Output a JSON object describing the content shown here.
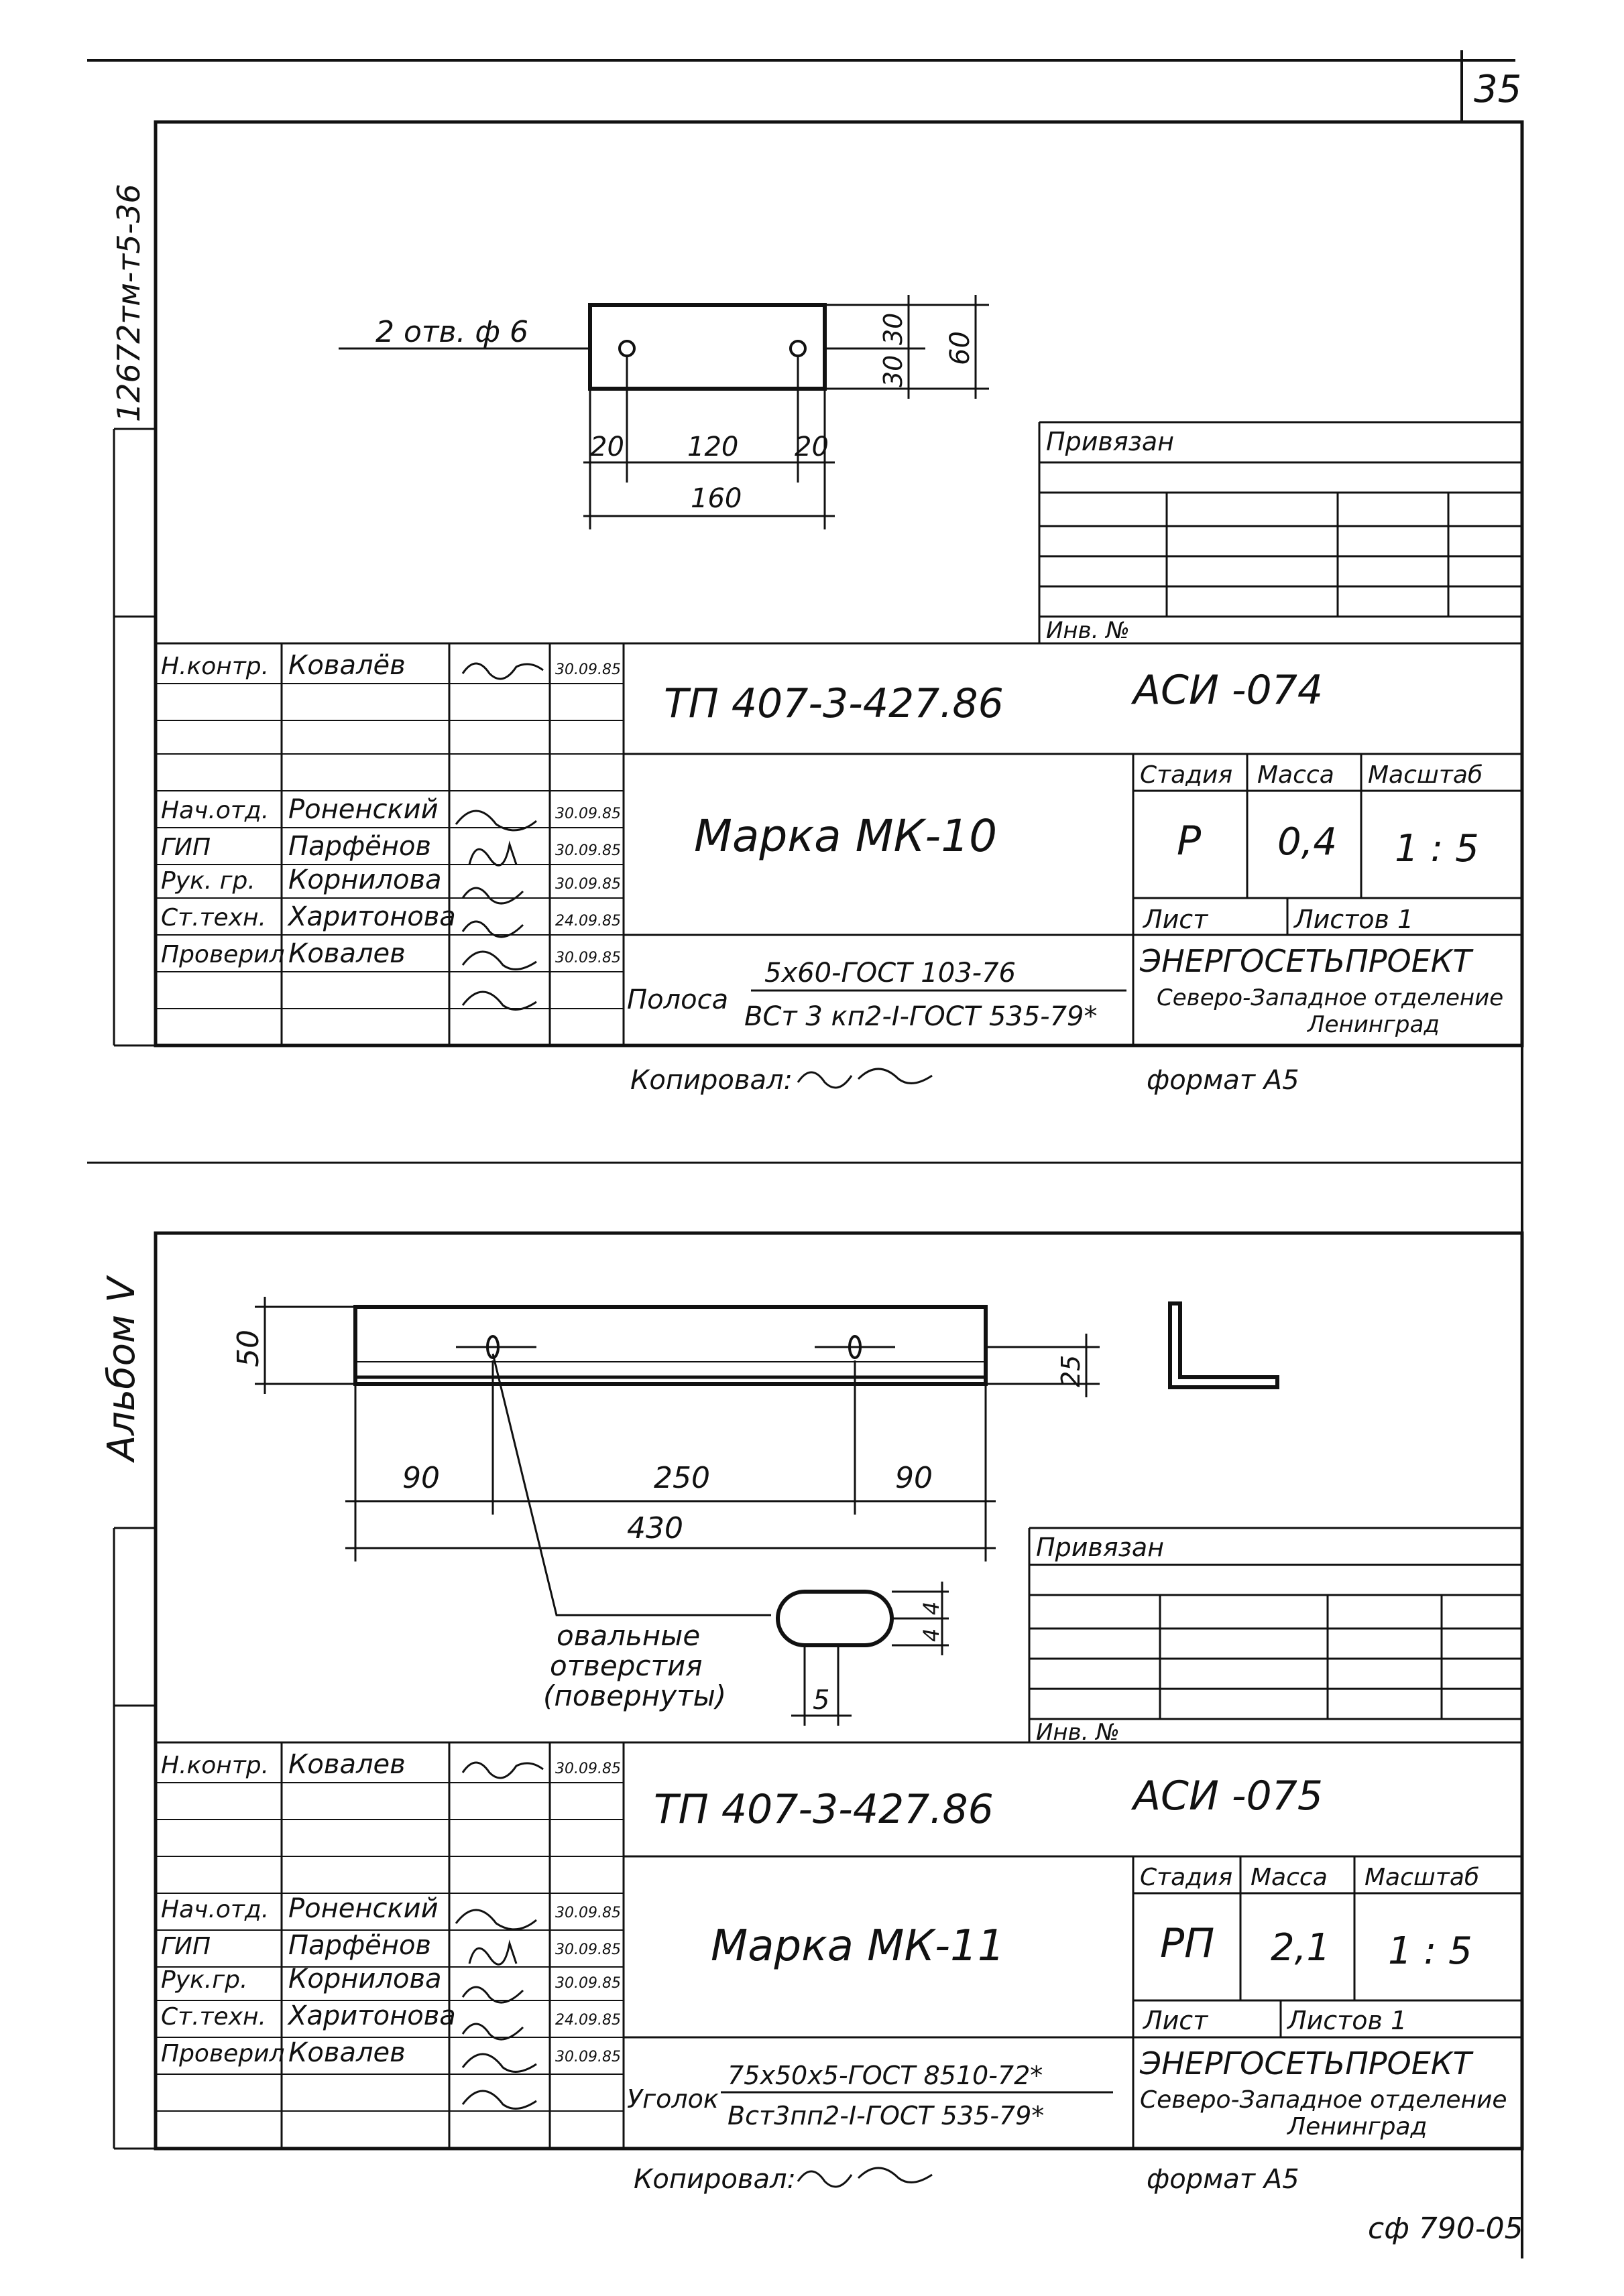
{
  "page": {
    "sheet_number": "35",
    "side_code": "12672тм-т5-36",
    "album_label": "Альбом V",
    "footer_code": "сф 790-05"
  },
  "sheet1": {
    "drawing": {
      "holes_label": "2 отв. ф 6",
      "dims": {
        "d20a": "20",
        "d120": "120",
        "d20b": "20",
        "d160": "160",
        "d30a": "30",
        "d30b": "30",
        "d60": "60"
      }
    },
    "privyazan": "Привязан",
    "inv_no": "Инв. №",
    "doc_code": "ТП 407-3-427.86",
    "sheet_code": "АСИ -074",
    "title": "Марка  МК-10",
    "headers": {
      "stage": "Стадия",
      "mass": "Масса",
      "scale": "Масштаб"
    },
    "values": {
      "stage": "Р",
      "mass": "0,4",
      "scale": "1 : 5"
    },
    "list_label": "Лист",
    "sheets_label": "Листов 1",
    "org": {
      "name": "ЭНЕРГОСЕТЬПРОЕКТ",
      "branch": "Северо-Западное отделение",
      "city": "Ленинград"
    },
    "material": {
      "prefix": "Полоса",
      "line1": "5x60-ГОСТ 103-76",
      "line2": "ВСт 3 кп2-I-ГОСТ 535-79*"
    },
    "signatures": [
      {
        "role": "Н.контр.",
        "name": "Ковалёв",
        "date": "30.09.85"
      },
      {
        "role": "",
        "name": "",
        "date": ""
      },
      {
        "role": "",
        "name": "",
        "date": ""
      },
      {
        "role": "",
        "name": "",
        "date": ""
      },
      {
        "role": "Нач.отд.",
        "name": "Роненский",
        "date": "30.09.85"
      },
      {
        "role": "ГИП",
        "name": "Парфёнов",
        "date": "30.09.85"
      },
      {
        "role": "Рук. гр.",
        "name": "Корнилова",
        "date": "30.09.85"
      },
      {
        "role": "Ст.техн.",
        "name": "Харитонова",
        "date": "24.09.85"
      },
      {
        "role": "Проверил",
        "name": "Ковалев",
        "date": "30.09.85"
      },
      {
        "role": "",
        "name": "",
        "date": ""
      }
    ],
    "copied": "Копировал:",
    "format": "формат А5"
  },
  "sheet2": {
    "drawing": {
      "dims": {
        "d50": "50",
        "d25": "25",
        "d90a": "90",
        "d250": "250",
        "d90b": "90",
        "d430": "430",
        "d4a": "4",
        "d4b": "4",
        "d5": "5"
      },
      "note_line1": "овальные",
      "note_line2": "отверстия",
      "note_line3": "(повернуты)"
    },
    "privyazan": "Привязан",
    "inv_no": "Инв. №",
    "doc_code": "ТП 407-3-427.86",
    "sheet_code": "АСИ -075",
    "title": "Марка  МК-11",
    "headers": {
      "stage": "Стадия",
      "mass": "Масса",
      "scale": "Масштаб"
    },
    "values": {
      "stage": "РП",
      "mass": "2,1",
      "scale": "1 : 5"
    },
    "list_label": "Лист",
    "sheets_label": "Листов 1",
    "org": {
      "name": "ЭНЕРГОСЕТЬПРОЕКТ",
      "branch": "Северо-Западное отделение",
      "city": "Ленинград"
    },
    "material": {
      "prefix": "Уголок",
      "line1": "75x50x5-ГОСТ 8510-72*",
      "line2": "Вст3пп2-I-ГОСТ 535-79*"
    },
    "signatures": [
      {
        "role": "Н.контр.",
        "name": "Ковалев",
        "date": "30.09.85"
      },
      {
        "role": "",
        "name": "",
        "date": ""
      },
      {
        "role": "",
        "name": "",
        "date": ""
      },
      {
        "role": "",
        "name": "",
        "date": ""
      },
      {
        "role": "Нач.отд.",
        "name": "Роненский",
        "date": "30.09.85"
      },
      {
        "role": "ГИП",
        "name": "Парфёнов",
        "date": "30.09.85"
      },
      {
        "role": "Рук.гр.",
        "name": "Корнилова",
        "date": "30.09.85"
      },
      {
        "role": "Ст.техн.",
        "name": "Харитонова",
        "date": "24.09.85"
      },
      {
        "role": "Проверил",
        "name": "Ковалев",
        "date": "30.09.85"
      },
      {
        "role": "",
        "name": "",
        "date": ""
      }
    ],
    "copied": "Копировал:",
    "format": "формат А5"
  }
}
